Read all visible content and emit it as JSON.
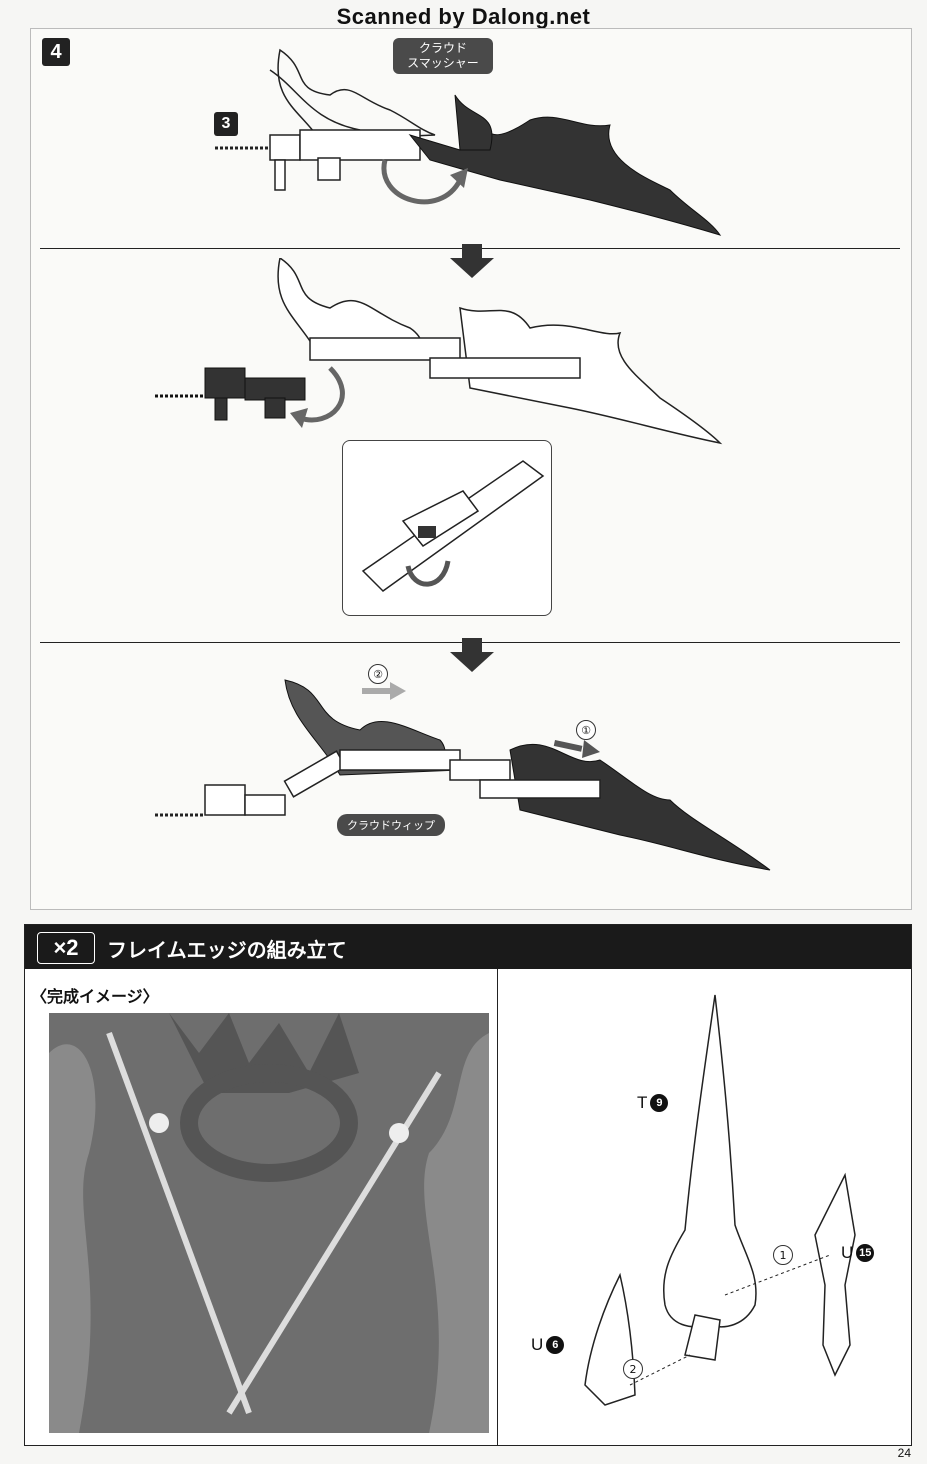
{
  "watermark": "Scanned by Dalong.net",
  "step4": {
    "badge": "4",
    "sub_badge": "3",
    "callout_line1": "クラウド",
    "callout_line2": "スマッシャー",
    "zoom_label": "",
    "step_labels": [
      "①",
      "②"
    ],
    "whip_label": "クラウドウィップ"
  },
  "section2": {
    "multiplier": "×2",
    "title": "フレイムエッジの組み立て",
    "image_label": "〈完成イメージ〉",
    "parts": [
      {
        "letter": "T",
        "number": "9"
      },
      {
        "letter": "U",
        "number": "15"
      },
      {
        "letter": "U",
        "number": "6"
      }
    ],
    "steps": [
      "1",
      "2"
    ]
  },
  "page_number": "24",
  "colors": {
    "dark": "#1a1a1a",
    "accent_gray": "#4a4a4a"
  }
}
